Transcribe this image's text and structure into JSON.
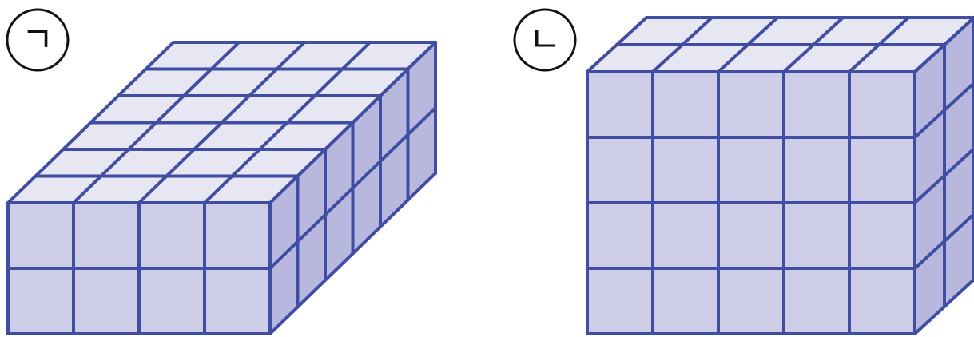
{
  "figures": [
    {
      "label": "ㄱ",
      "cubes_wide": 4,
      "cubes_deep": 6,
      "cubes_high": 2
    },
    {
      "label": "ㄴ",
      "cubes_wide": 5,
      "cubes_deep": 2,
      "cubes_high": 4
    }
  ],
  "colors": {
    "edge": "#3f4ea3",
    "front_face": "#cdcde7",
    "top_face": "#e7e7f4",
    "side_face": "#b8b8de"
  }
}
